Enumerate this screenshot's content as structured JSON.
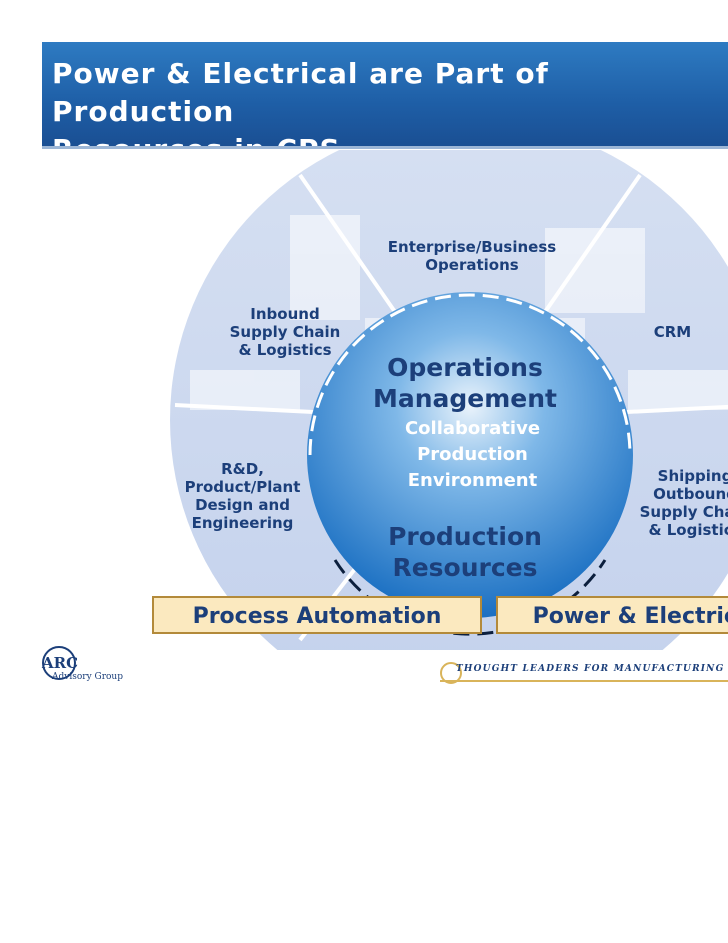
{
  "slide": {
    "title": "Power & Electrical are Part of Production\nResources in CPS"
  },
  "diagram": {
    "segments": [
      {
        "id": "enterprise",
        "label": "Enterprise/Business\nOperations"
      },
      {
        "id": "inbound",
        "label": "Inbound\nSupply Chain\n& Logistics"
      },
      {
        "id": "crm",
        "label": "CRM"
      },
      {
        "id": "rnd",
        "label": "R&D,\nProduct/Plant\nDesign and\nEngineering"
      },
      {
        "id": "shipping",
        "label": "Shipping\nOutbound\nSupply Chain\n& Logistics"
      }
    ],
    "core": {
      "operations_management": "Operations\nManagement",
      "collaborative": "Collaborative\nProduction\nEnvironment",
      "production_resources": "Production\nResources"
    },
    "banners": {
      "process_automation": "Process Automation",
      "power_electrical": "Power & Electrical"
    }
  },
  "footer": {
    "logo_text": "ARC",
    "logo_subtext": "Advisory Group",
    "tagline": "THOUGHT LEADERS FOR MANUFACTURING & SUPPLY CHAIN"
  },
  "colors": {
    "title_bar": "#1e5ea6",
    "outer_ring": "#c9d6ee",
    "core_blue": "#1f7fd0",
    "label_navy": "#1c3f7a",
    "banner_fill": "#fbe9bf",
    "banner_border": "#b38a3a"
  }
}
